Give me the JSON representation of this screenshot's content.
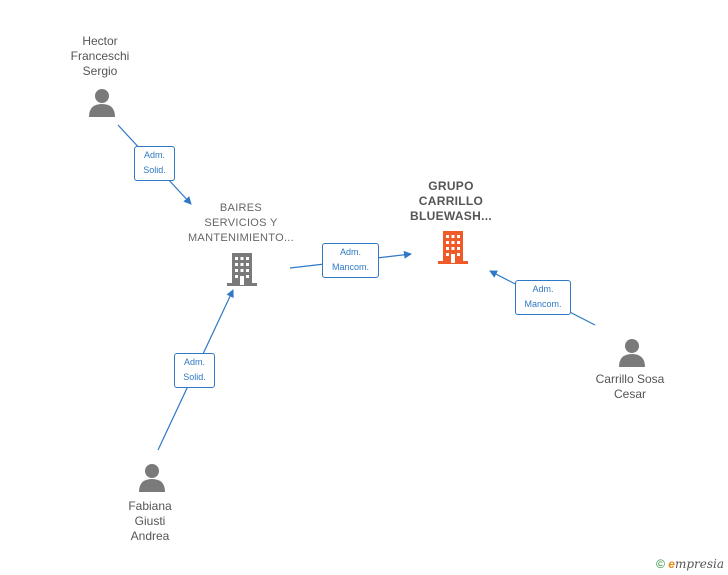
{
  "nodes": {
    "hector": {
      "label": "Hector\nFranceschi\nSergio",
      "icon": "person-icon"
    },
    "baires": {
      "label": "BAIRES\nSERVICIOS Y\nMANTENIMIENTO...",
      "icon": "building-icon"
    },
    "grupo": {
      "label": "GRUPO\nCARRILLO\nBLUEWASH...",
      "icon": "building-icon"
    },
    "carrillo": {
      "label": "Carrillo Sosa\nCesar",
      "icon": "person-icon"
    },
    "fabiana": {
      "label": "Fabiana\nGiusti\nAndrea",
      "icon": "person-icon"
    }
  },
  "edges": {
    "hector_baires": "Adm.\nSolid.",
    "fabiana_baires": "Adm.\nSolid.",
    "baires_grupo": "Adm.\nMancom.",
    "carrillo_grupo": "Adm.\nMancom."
  },
  "colors": {
    "edge": "#2f78c5",
    "person": "#7a7a7a",
    "building": "#7a7a7a",
    "building_main": "#f05a28"
  },
  "footer": {
    "copyright": "©",
    "brand": "mpresia",
    "brand_initial": "e"
  }
}
